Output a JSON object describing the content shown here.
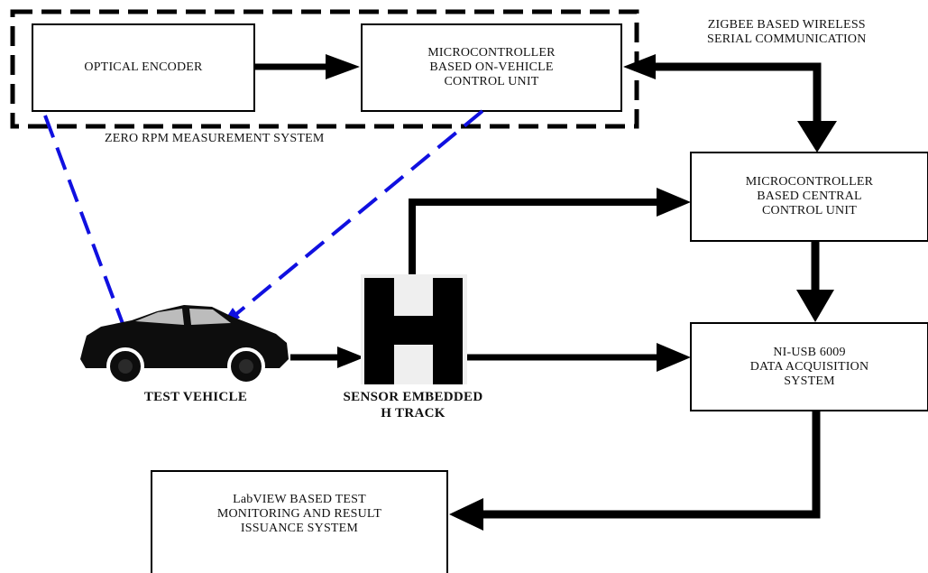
{
  "diagram": {
    "nodes": {
      "optical_encoder": "OPTICAL ENCODER",
      "on_vehicle_unit": "MICROCONTROLLER\nBASED ON-VEHICLE\nCONTROL UNIT",
      "central_unit": "MICROCONTROLLER\nBASED CENTRAL\nCONTROL UNIT",
      "daq": "NI-USB 6009\nDATA ACQUISITION\nSYSTEM",
      "labview": "LabVIEW BASED TEST\nMONITORING AND RESULT\nISSUANCE SYSTEM"
    },
    "labels": {
      "zero_rpm_group": "ZERO RPM MEASUREMENT SYSTEM",
      "zigbee": "ZIGBEE BASED WIRELESS\nSERIAL COMMUNICATION",
      "test_vehicle": "TEST VEHICLE",
      "h_track": "SENSOR EMBEDDED\nH TRACK"
    },
    "icons": {
      "vehicle": "car-icon",
      "track": "h-track-icon"
    },
    "colors": {
      "line": "#000000",
      "dashed_link": "#1010e0"
    }
  }
}
